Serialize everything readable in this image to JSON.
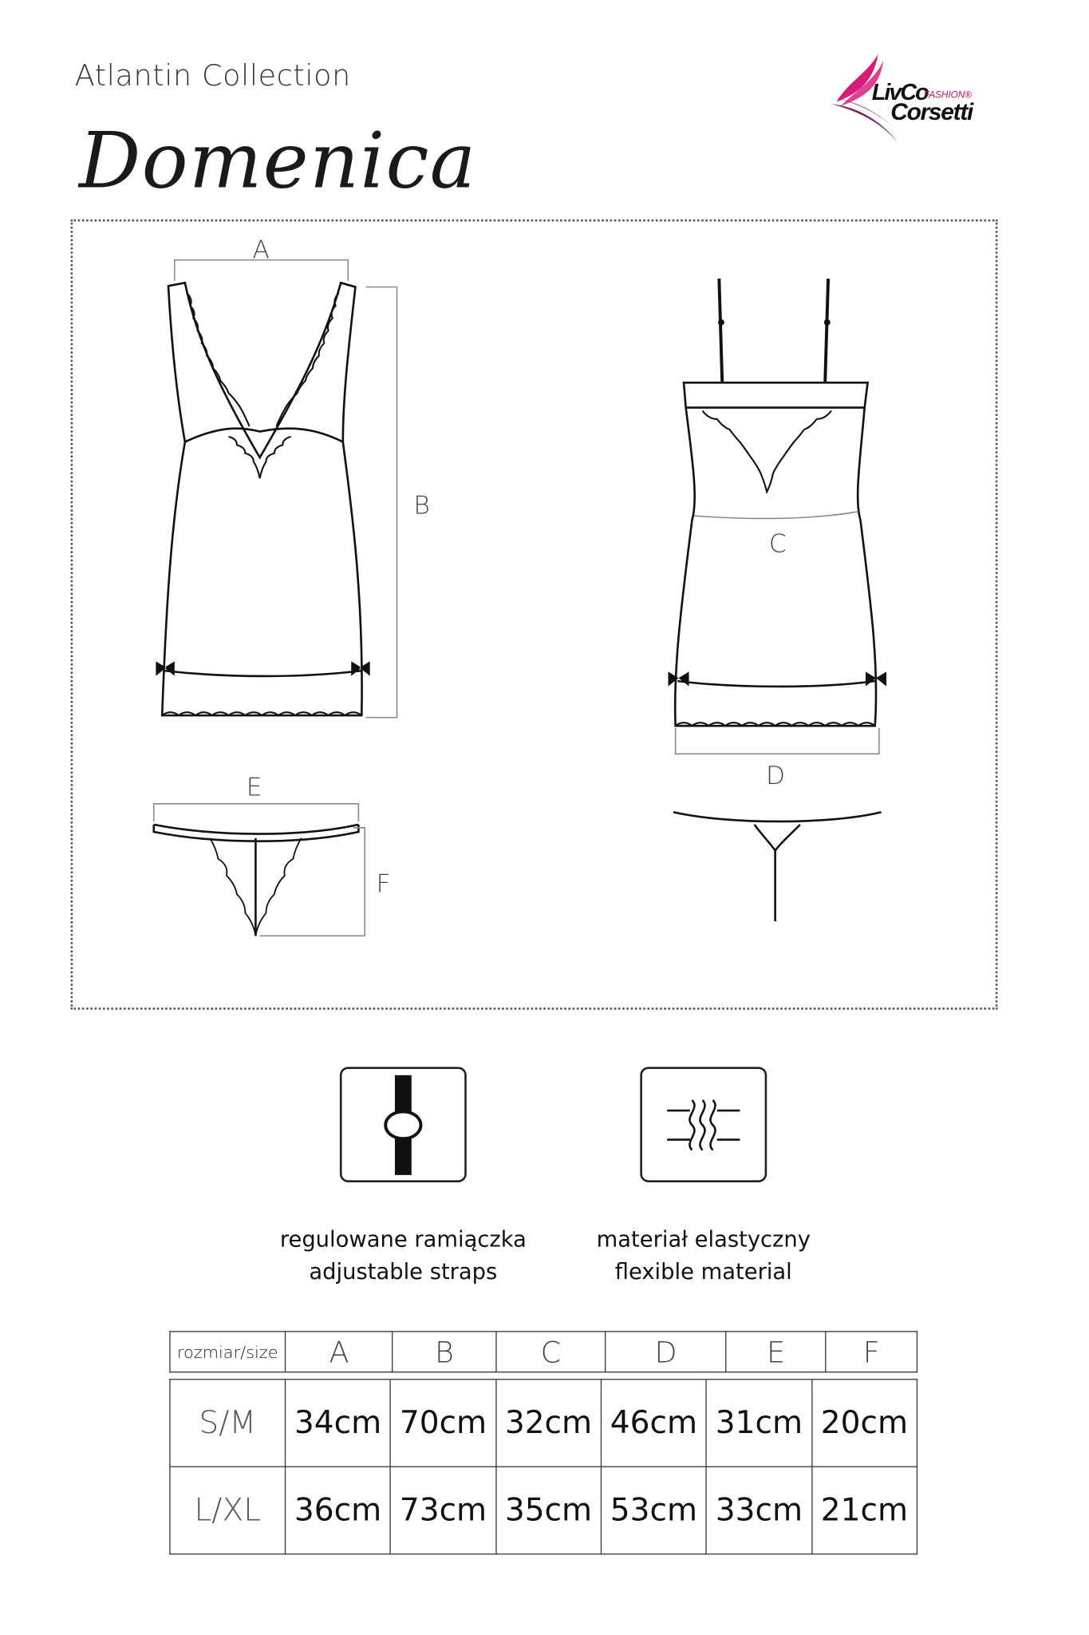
{
  "header": {
    "collection": "Atlantin Collection",
    "model": "Domenica",
    "logo": {
      "line1": "LivCo",
      "line2": "FASHION®",
      "line3": "Corsetti"
    }
  },
  "diagram": {
    "labels": {
      "A": "A",
      "B": "B",
      "C": "C",
      "D": "D",
      "E": "E",
      "F": "F"
    }
  },
  "features": [
    {
      "icon": "adjustable-strap-icon",
      "pl": "regulowane ramiączka",
      "en": "adjustable straps"
    },
    {
      "icon": "elastic-material-icon",
      "pl": "materiał elastyczny",
      "en": "flexible material"
    }
  ],
  "size_table": {
    "header": [
      "rozmiar/size",
      "A",
      "B",
      "C",
      "D",
      "E",
      "F"
    ],
    "rows": [
      [
        "S/M",
        "34cm",
        "70cm",
        "32cm",
        "46cm",
        "31cm",
        "20cm"
      ],
      [
        "L/XL",
        "36cm",
        "73cm",
        "35cm",
        "53cm",
        "33cm",
        "21cm"
      ]
    ]
  },
  "colors": {
    "brand_pink": "#c2185b",
    "brand_purple": "#7b1f5e"
  }
}
